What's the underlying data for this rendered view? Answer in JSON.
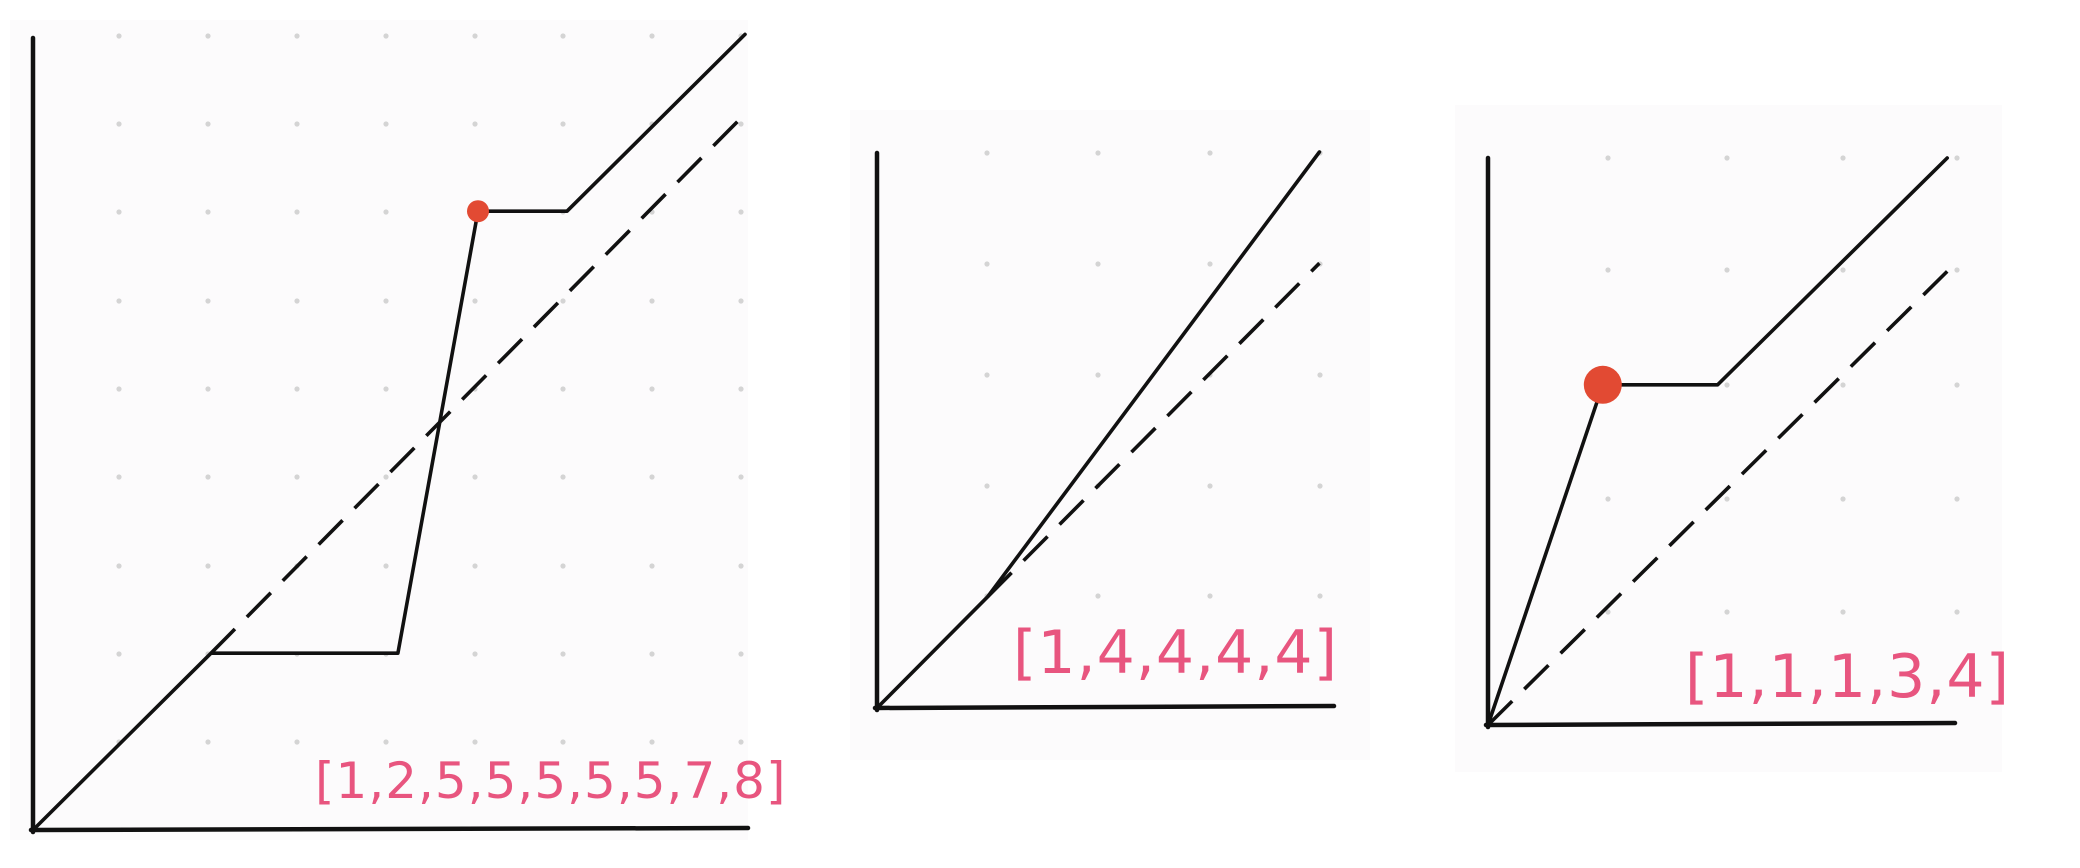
{
  "colors": {
    "background": "#ffffff",
    "panel_background": "#fcfbfc",
    "grid_dot": "#d4d4d4",
    "axis": "#111111",
    "solid_line": "#111111",
    "dashed_line": "#111111",
    "marker": "#e24a33",
    "label": "#e8557f"
  },
  "chart_data": [
    {
      "type": "line",
      "label": "[1,2,5,5,5,5,5,7,8]",
      "grid": "dots",
      "series": [
        {
          "style": "solid",
          "x": [
            0,
            2,
            4.1,
            5,
            6,
            8
          ],
          "y": [
            0,
            2,
            2,
            7,
            7,
            9
          ]
        },
        {
          "style": "dashed",
          "x": [
            2,
            8
          ],
          "y": [
            2,
            8.1
          ]
        }
      ],
      "marker": {
        "x": 5,
        "y": 7
      }
    },
    {
      "type": "line",
      "label": "[1,4,4,4,4]",
      "grid": "dots",
      "series": [
        {
          "style": "solid",
          "x": [
            0,
            1,
            4
          ],
          "y": [
            0,
            1,
            5
          ]
        },
        {
          "style": "dashed",
          "x": [
            1,
            4
          ],
          "y": [
            1,
            4
          ]
        }
      ]
    },
    {
      "type": "line",
      "label": "[1,1,1,3,4]",
      "grid": "dots",
      "series": [
        {
          "style": "solid",
          "x": [
            0,
            1,
            2,
            4
          ],
          "y": [
            0,
            3,
            3,
            5
          ]
        },
        {
          "style": "dashed",
          "x": [
            0,
            4
          ],
          "y": [
            0,
            4
          ]
        }
      ],
      "marker": {
        "x": 1,
        "y": 3
      }
    }
  ]
}
